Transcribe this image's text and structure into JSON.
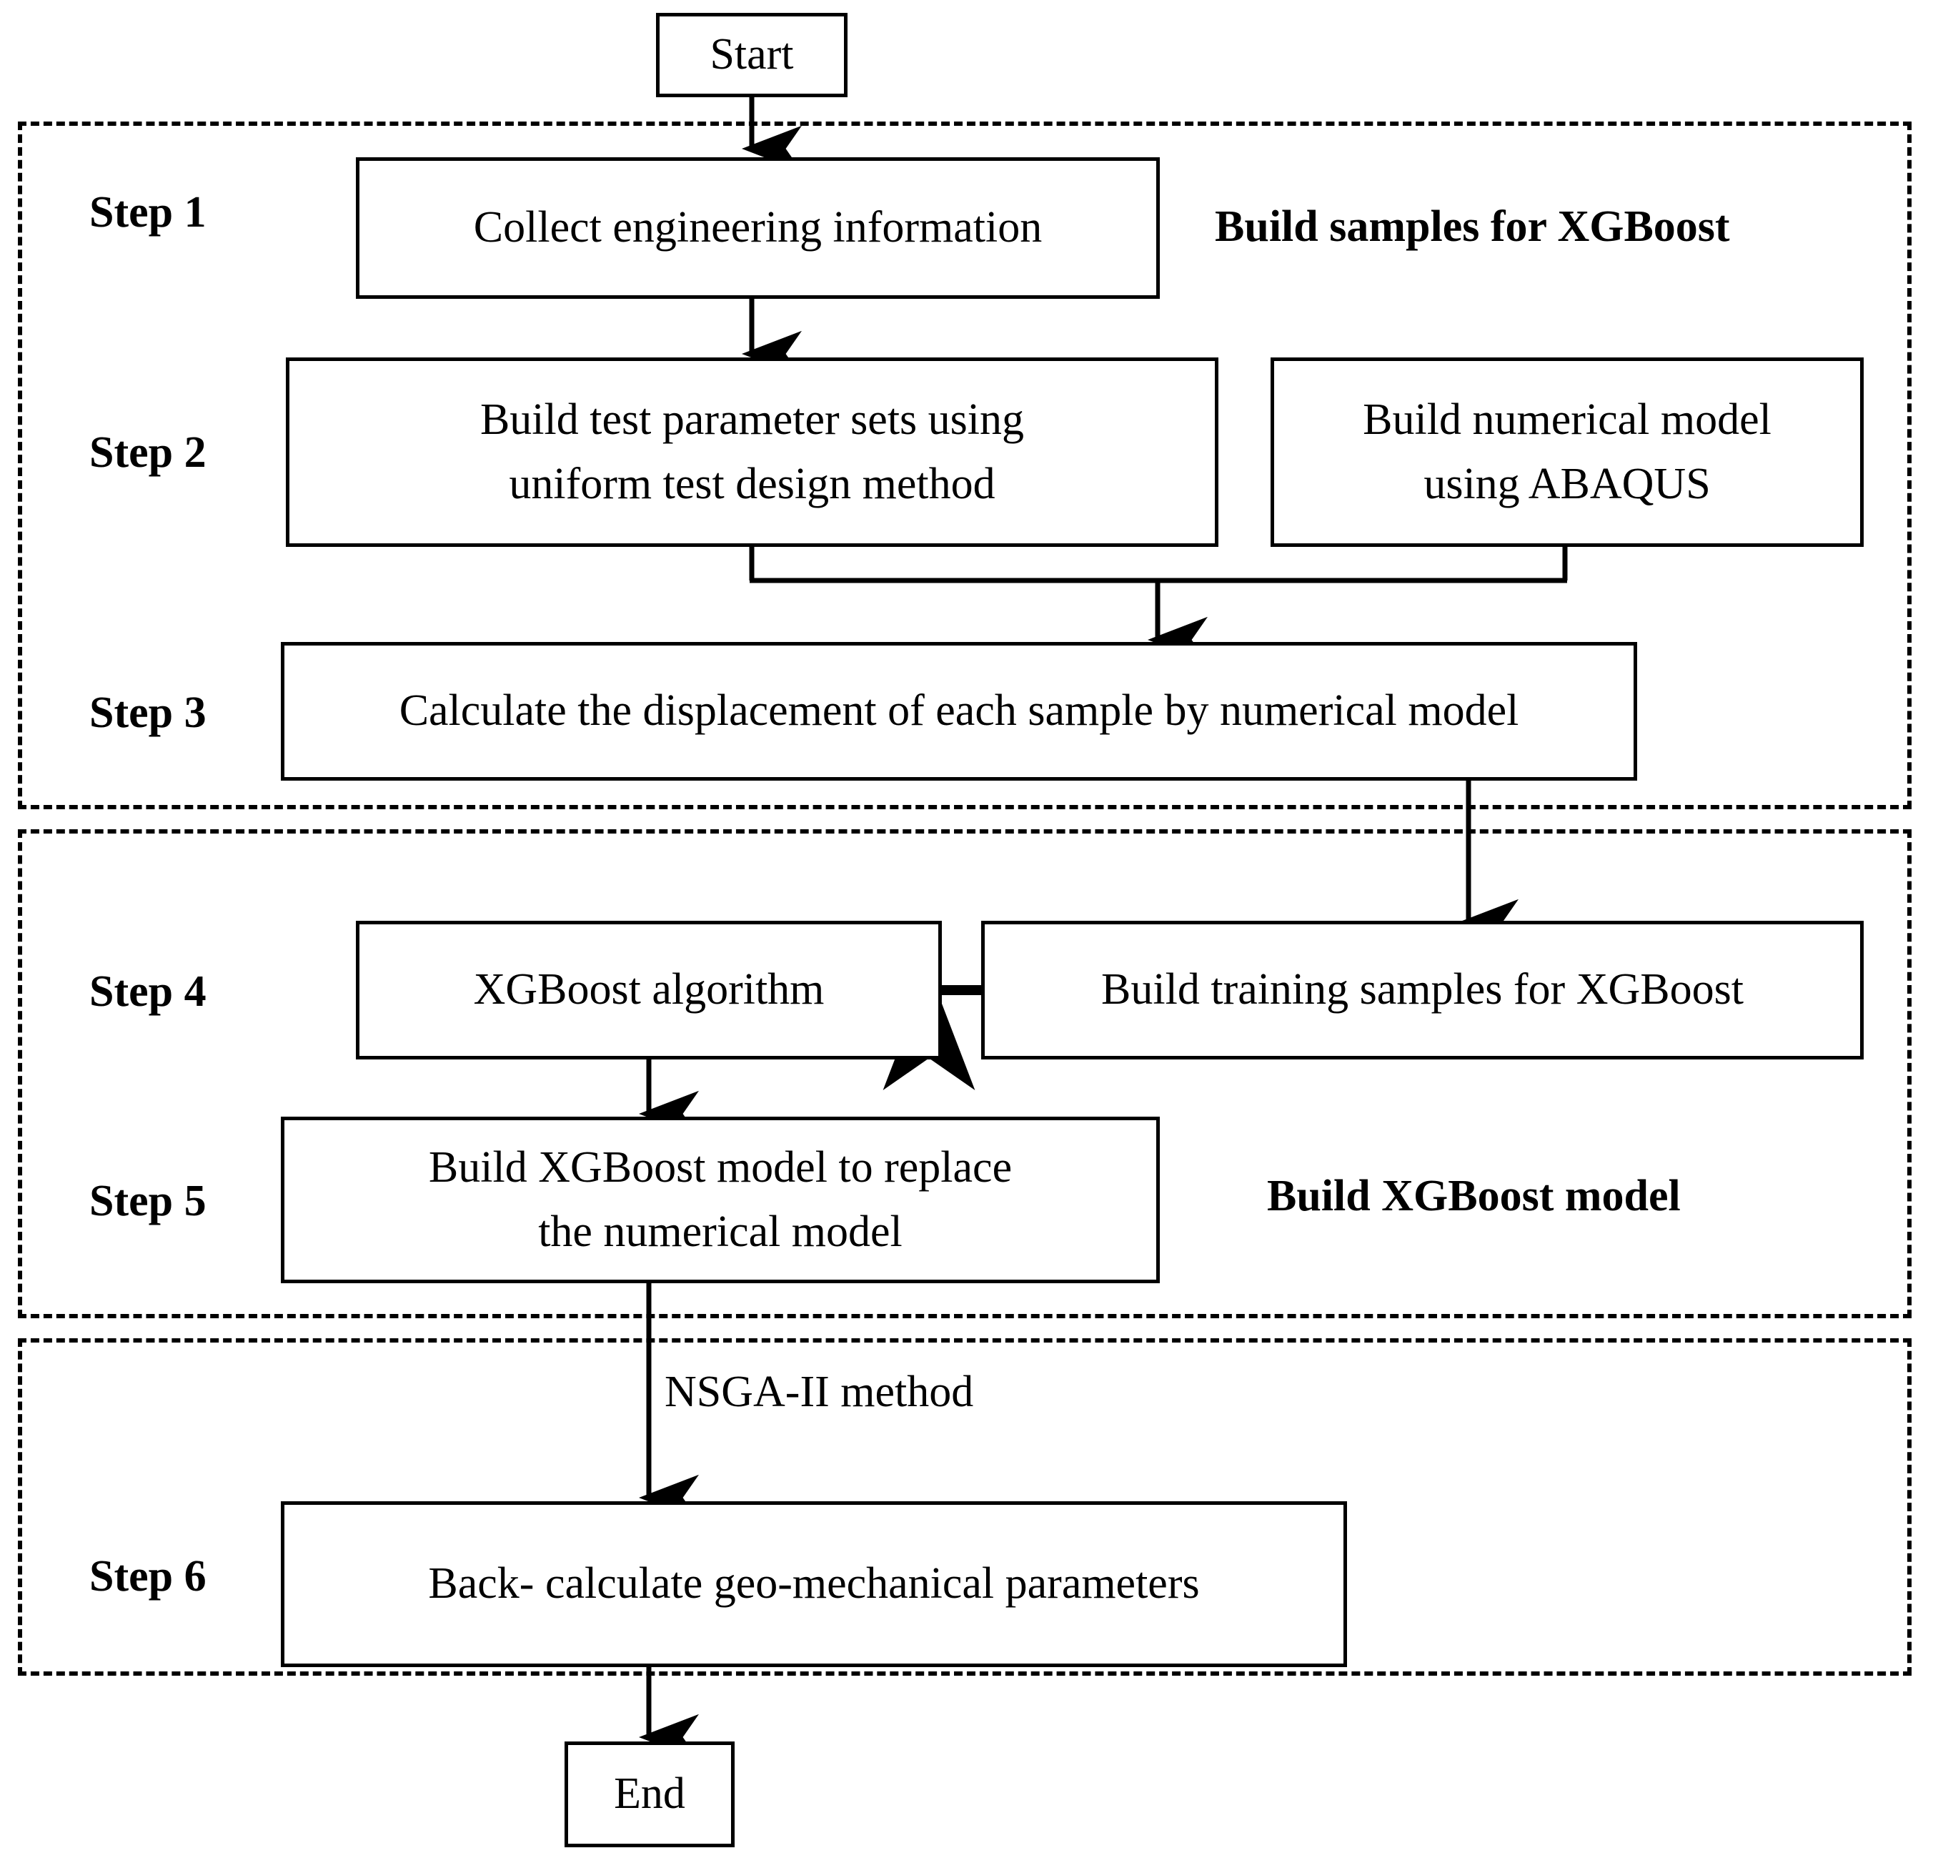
{
  "diagram": {
    "title_text": "",
    "type": "flowchart",
    "colors": {
      "stroke": "#000000",
      "fill": "#ffffff",
      "background": "#ffffff"
    }
  },
  "terminals": {
    "start": "Start",
    "end": "End"
  },
  "groups": [
    {
      "id": "group-build-samples",
      "label": "Build samples for XGBoost",
      "steps": [
        "Step 1",
        "Step 2",
        "Step 3"
      ]
    },
    {
      "id": "group-build-model",
      "label": "Build XGBoost model",
      "steps": [
        "Step 4",
        "Step 5"
      ]
    },
    {
      "id": "group-back-calculate",
      "label": "",
      "steps": [
        "Step 6"
      ]
    }
  ],
  "step_labels": {
    "step1": "Step 1",
    "step2": "Step 2",
    "step3": "Step 3",
    "step4": "Step 4",
    "step5": "Step 5",
    "step6": "Step 6"
  },
  "nodes": {
    "collect_info": "Collect engineering information",
    "build_param_sets_line1": "Build test parameter sets  using",
    "build_param_sets_line2": "uniform test design method",
    "build_numerical_line1": "Build numerical model",
    "build_numerical_line2": "using ABAQUS",
    "calculate_displacement": "Calculate the displacement of each sample by numerical model",
    "xgboost_algorithm": "XGBoost algorithm",
    "build_training_samples": "Build training samples for XGBoost",
    "build_xgboost_model_line1": "Build XGBoost model to replace",
    "build_xgboost_model_line2": "the numerical model",
    "back_calculate": "Back- calculate  geo-mechanical parameters"
  },
  "edge_labels": {
    "nsga": "NSGA-II method"
  }
}
